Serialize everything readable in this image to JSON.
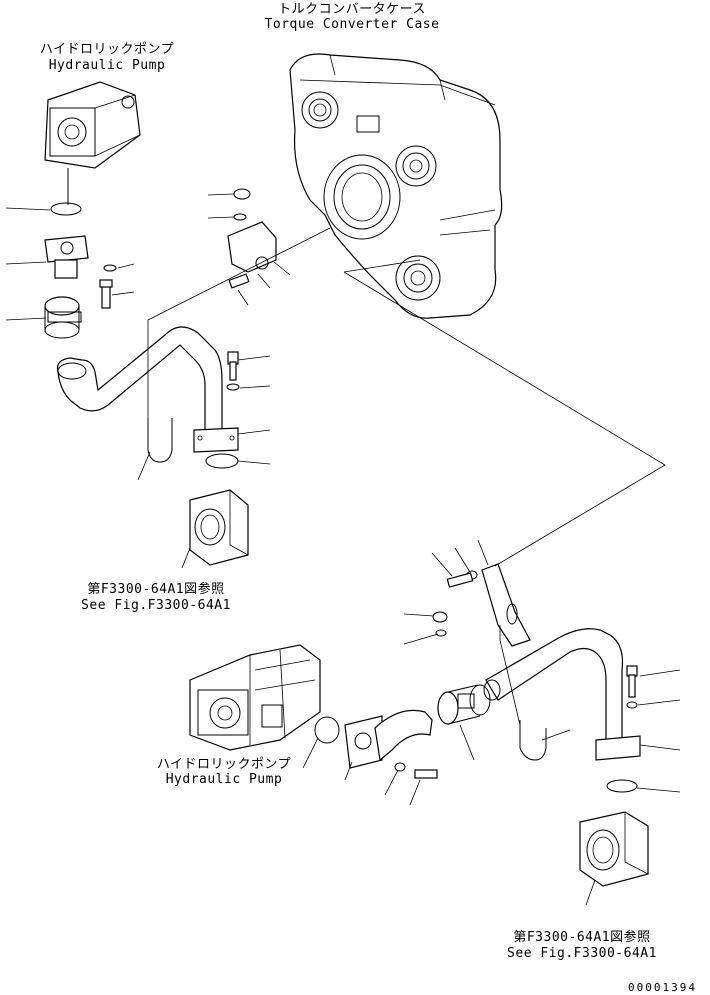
{
  "labels": {
    "torque_case_jp": "トルクコンバータケース",
    "torque_case_en": "Torque Converter Case",
    "pump_top_jp": "ハイドロリックポンプ",
    "pump_top_en": "Hydraulic Pump",
    "pump_bottom_jp": "ハイドロリックポンプ",
    "pump_bottom_en": "Hydraulic Pump",
    "ref1_jp": "第F3300-64A1図参照",
    "ref1_en": "See Fig.F3300-64A1",
    "ref2_jp": "第F3300-64A1図参照",
    "ref2_en": "See Fig.F3300-64A1",
    "drawing_no": "00001394"
  }
}
